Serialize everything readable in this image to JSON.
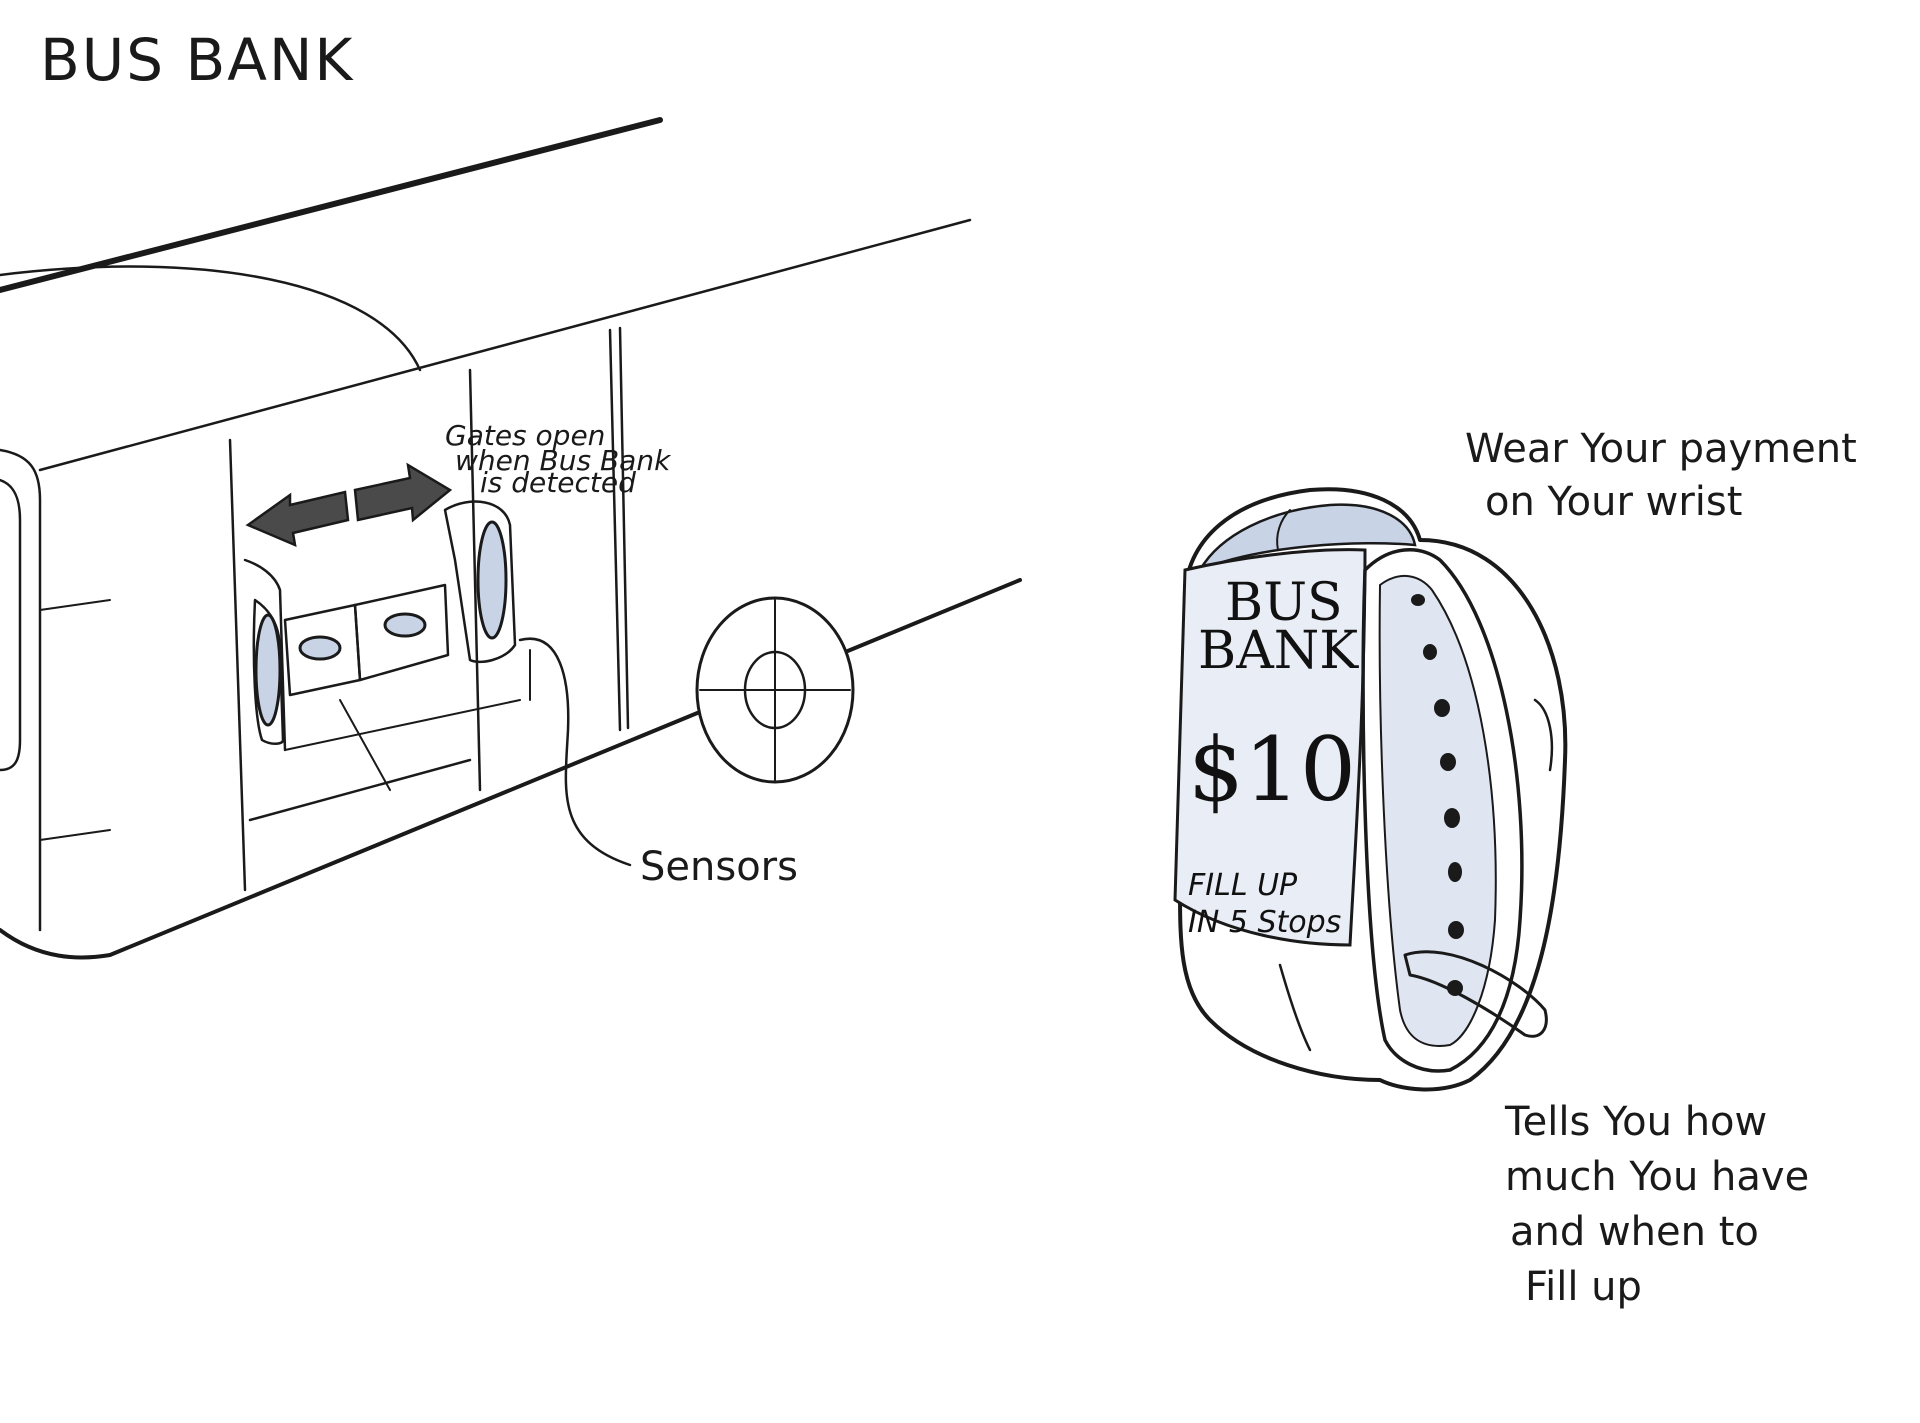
{
  "title": "BUS BANK",
  "labels": {
    "gates": [
      "Gates open",
      "when Bus Bank",
      "is detected"
    ],
    "sensors": "Sensors",
    "wear": [
      "Wear Your payment",
      "on Your wrist"
    ],
    "tells": [
      "Tells You how",
      "much You have",
      "and when to",
      "Fill up"
    ]
  },
  "wristband_screen": {
    "brand": [
      "BUS",
      "BANK"
    ],
    "balance": "$10",
    "notice": [
      "FILL UP",
      "IN 5 Stops"
    ]
  },
  "colors": {
    "ink": "#1a1a1a",
    "shade": "#c9d3e6",
    "arrow": "#4a4a4a"
  }
}
